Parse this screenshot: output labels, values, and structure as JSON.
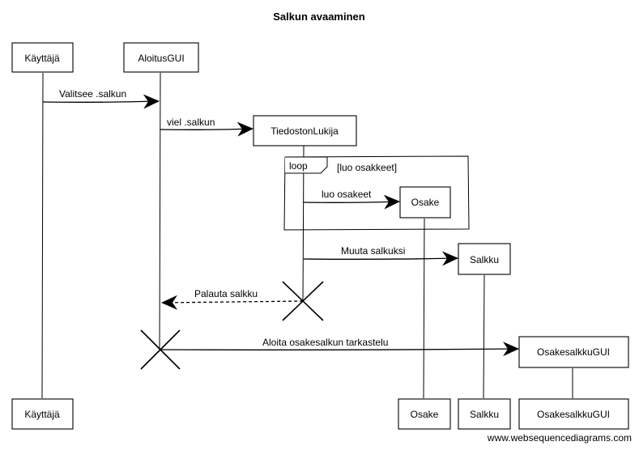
{
  "title": "Salkun avaaminen",
  "participants": {
    "kayttaja": "Käyttäjä",
    "aloitus": "AloitusGUI",
    "lukija": "TiedostonLukija",
    "osake": "Osake",
    "salkku": "Salkku",
    "osakesalkku": "OsakesalkkuGUI"
  },
  "messages": {
    "m1": "Valitsee .salkun",
    "m2": "viel .salkun",
    "m3": "luo osakeet",
    "m4": "Muuta salkuksi",
    "m5": "Palauta salkku",
    "m6": "Aloita osakesalkun tarkastelu"
  },
  "loop": {
    "keyword": "loop",
    "condition": "[luo osakkeet]"
  },
  "watermark": "www.websequencediagrams.com"
}
